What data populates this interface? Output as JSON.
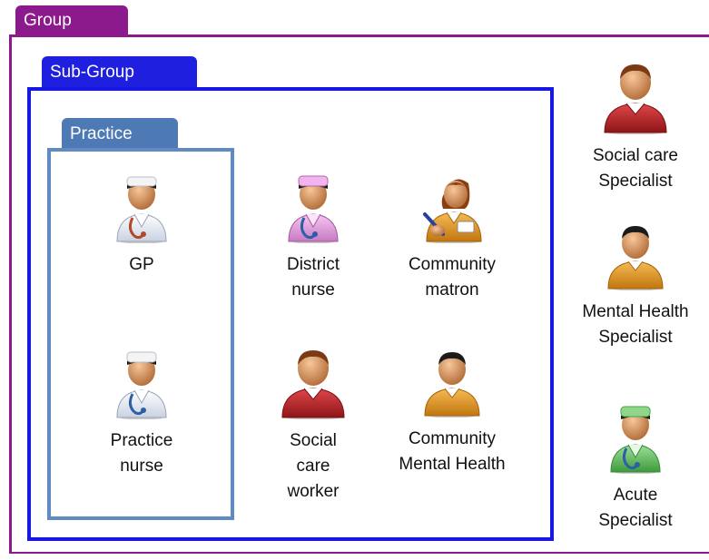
{
  "containers": {
    "group": "Group",
    "sub_group": "Sub-Group",
    "practice": "Practice"
  },
  "roles": {
    "gp": "GP",
    "practice_nurse": "Practice\nnurse",
    "district_nurse": "District\nnurse",
    "community_matron": "Community\nmatron",
    "social_care_worker": "Social\ncare\nworker",
    "community_mental_health": "Community\nMental Health",
    "social_care_specialist": "Social care\nSpecialist",
    "mental_health_specialist": "Mental Health\nSpecialist",
    "acute_specialist": "Acute\nSpecialist"
  },
  "icons": {
    "gp": "doctor-icon",
    "practice_nurse": "nurse-icon",
    "district_nurse": "nurse-icon",
    "community_matron": "matron-icon",
    "social_care_worker": "person-icon",
    "community_mental_health": "person-icon",
    "social_care_specialist": "person-icon",
    "mental_health_specialist": "person-icon",
    "acute_specialist": "doctor-icon"
  },
  "colors": {
    "group": "#8c1a8c",
    "sub_group": "#1818e6",
    "practice": "#4d79b4",
    "doctor_white": "#f2f4f8",
    "nurse_pink": "#e8a6e4",
    "social_red": "#c0282d",
    "mental_orange": "#e99b22",
    "acute_green": "#6dbf6a"
  }
}
